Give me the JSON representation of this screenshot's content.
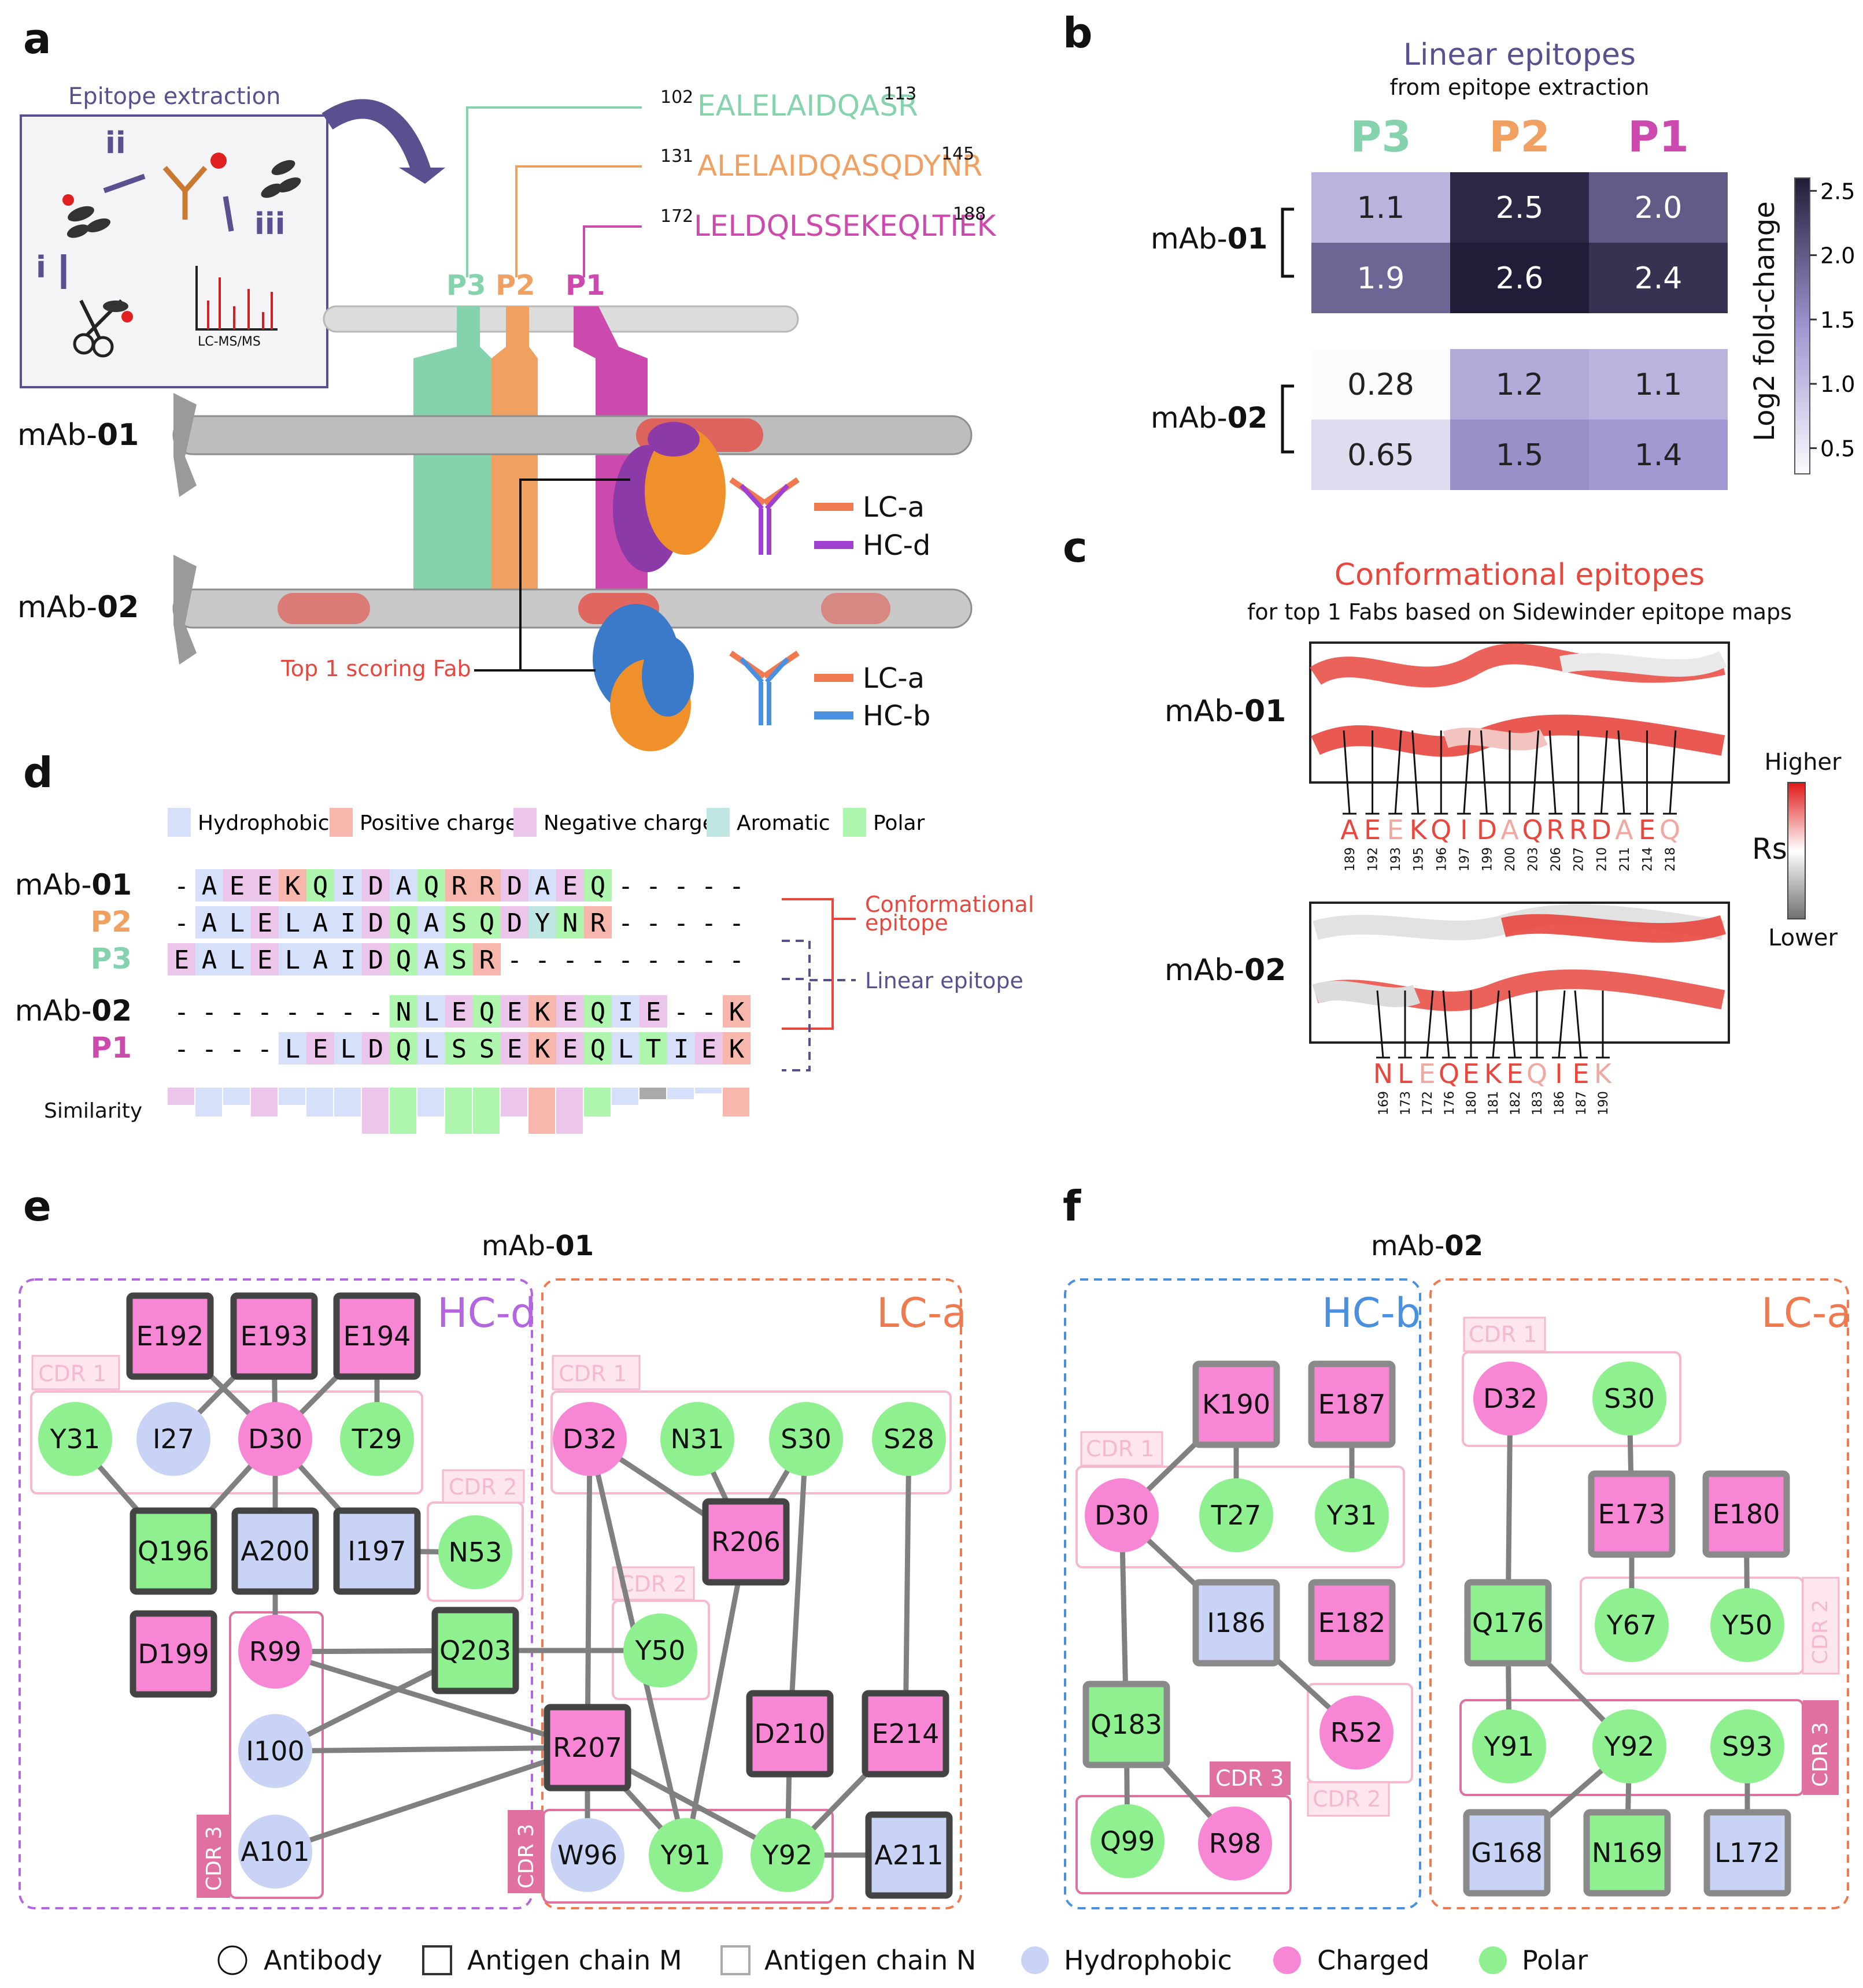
{
  "panel_labels": {
    "a": "a",
    "b": "b",
    "c": "c",
    "d": "d",
    "e": "e",
    "f": "f"
  },
  "colors": {
    "p3": "#85d3ad",
    "p2": "#f0a060",
    "p1": "#cc4aae",
    "lc": "#f07a50",
    "hcd": "#a040d0",
    "hcb": "#4a90e0",
    "hydrophobic": "#c9d3f5",
    "charged": "#f787d5",
    "polar": "#8ef08e",
    "epitope_title": "#5a4f8f",
    "conf_title": "#e8473e"
  },
  "panel_a": {
    "inset_title": "Epitope extraction",
    "steps": [
      "i",
      "ii",
      "iii"
    ],
    "lcms_label": "LC-MS/MS",
    "peptides": [
      {
        "start": "102",
        "seq": "EALELAIDQASR",
        "end": "113"
      },
      {
        "start": "131",
        "seq": "ALELAIDQASQDYNR",
        "end": "145"
      },
      {
        "start": "172",
        "seq": "LELDQLSSEKEQLTIEK",
        "end": "188"
      }
    ],
    "bands": [
      "P3",
      "P2",
      "P1"
    ],
    "mab01": {
      "pre": "mAb-",
      "num": "01"
    },
    "mab02": {
      "pre": "mAb-",
      "num": "02"
    },
    "top_fab": "Top 1 scoring Fab",
    "legend01": [
      "LC-a",
      "HC-d"
    ],
    "legend02": [
      "LC-a",
      "HC-b"
    ]
  },
  "panel_b": {
    "title": "Linear epitopes",
    "subtitle": "from epitope extraction",
    "columns": [
      "P3",
      "P2",
      "P1"
    ],
    "rows": [
      {
        "group": "mAb-",
        "num": "01",
        "values": [
          [
            "1.1",
            "2.5",
            "2.0"
          ],
          [
            "1.9",
            "2.6",
            "2.4"
          ]
        ]
      },
      {
        "group": "mAb-",
        "num": "02",
        "values": [
          [
            "0.28",
            "1.2",
            "1.1"
          ],
          [
            "0.65",
            "1.5",
            "1.4"
          ]
        ]
      }
    ],
    "colorbar_label": "Log2 fold-change",
    "colorbar_ticks": [
      "2.5",
      "2.0",
      "1.5",
      "1.0",
      "0.5"
    ]
  },
  "chart_data": {
    "type": "heatmap",
    "title": "Linear epitopes",
    "subtitle": "from epitope extraction",
    "x": [
      "P3",
      "P2",
      "P1"
    ],
    "y": [
      "mAb-01",
      "mAb-01",
      "mAb-02",
      "mAb-02"
    ],
    "values": [
      [
        1.1,
        2.5,
        2.0
      ],
      [
        1.9,
        2.6,
        2.4
      ],
      [
        0.28,
        1.2,
        1.1
      ],
      [
        0.65,
        1.5,
        1.4
      ]
    ],
    "colorbar_label": "Log2 fold-change",
    "colorbar_range": [
      0.3,
      2.6
    ]
  },
  "panel_c": {
    "title": "Conformational epitopes",
    "subtitle": "for top 1 Fabs based on Sidewinder epitope maps",
    "mab01": {
      "pre": "mAb-",
      "num": "01",
      "residues": [
        "A",
        "E",
        "E",
        "K",
        "Q",
        "I",
        "D",
        "A",
        "Q",
        "R",
        "R",
        "D",
        "A",
        "E",
        "Q"
      ],
      "numbers": [
        "189",
        "192",
        "193",
        "195",
        "196",
        "197",
        "199",
        "200",
        "203",
        "206",
        "207",
        "210",
        "211",
        "214",
        "218"
      ]
    },
    "mab02": {
      "pre": "mAb-",
      "num": "02",
      "residues": [
        "N",
        "L",
        "E",
        "Q",
        "E",
        "K",
        "E",
        "Q",
        "I",
        "E",
        "K"
      ],
      "numbers": [
        "169",
        "173",
        "172",
        "176",
        "180",
        "181",
        "182",
        "183",
        "186",
        "187",
        "190"
      ]
    },
    "scale_high": "Higher",
    "scale_low": "Lower",
    "scale_label": "Rs"
  },
  "panel_d": {
    "legend": [
      "Hydrophobic",
      "Positive charge",
      "Negative charge",
      "Aromatic",
      "Polar"
    ],
    "rows": [
      {
        "label": "mAb-",
        "bold": "01",
        "seq": "-AEEKQIDAQRRDAEQ-----"
      },
      {
        "label": "",
        "bold": "P2",
        "seq": "-ALELAIDQASQDYNR-----"
      },
      {
        "label": "",
        "bold": "P3",
        "seq": "EALELAIDQASR---------"
      },
      {
        "label": "mAb-",
        "bold": "02",
        "seq": "--------NLEQEKEQIE--K"
      },
      {
        "label": "",
        "bold": "P1",
        "seq": "----LELDQLSSEKEQLTIEK"
      }
    ],
    "similarity_label": "Similarity",
    "conf_label_1": "Conformational",
    "conf_label_2": "epitope",
    "linear_label": "Linear epitope"
  },
  "panel_e": {
    "title_pre": "mAb-",
    "title_num": "01",
    "chain_hc": "HC-d",
    "chain_lc": "LC-a",
    "cdr_labels": [
      "CDR 1",
      "CDR 2",
      "CDR 3",
      "CDR 1",
      "CDR 2",
      "CDR 3"
    ]
  },
  "panel_f": {
    "title_pre": "mAb-",
    "title_num": "02",
    "chain_hc": "HC-b",
    "chain_lc": "LC-a",
    "cdr_labels": [
      "CDR 1",
      "CDR 3",
      "CDR 2",
      "CDR 1",
      "CDR 2",
      "CDR 3"
    ]
  },
  "nodes_e": [
    {
      "id": "E192",
      "type": "M",
      "cls": "charged"
    },
    {
      "id": "E193",
      "type": "M",
      "cls": "charged"
    },
    {
      "id": "E194",
      "type": "M",
      "cls": "charged"
    },
    {
      "id": "Y31",
      "type": "Ab",
      "cls": "polar"
    },
    {
      "id": "I27",
      "type": "Ab",
      "cls": "hydrophobic"
    },
    {
      "id": "D30",
      "type": "Ab",
      "cls": "charged"
    },
    {
      "id": "T29",
      "type": "Ab",
      "cls": "polar"
    },
    {
      "id": "Q196",
      "type": "M",
      "cls": "polar"
    },
    {
      "id": "A200",
      "type": "M",
      "cls": "hydrophobic"
    },
    {
      "id": "I197",
      "type": "M",
      "cls": "hydrophobic"
    },
    {
      "id": "N53",
      "type": "Ab",
      "cls": "polar"
    },
    {
      "id": "D199",
      "type": "M",
      "cls": "charged"
    },
    {
      "id": "R99",
      "type": "Ab",
      "cls": "charged"
    },
    {
      "id": "Q203",
      "type": "M",
      "cls": "polar"
    },
    {
      "id": "I100",
      "type": "Ab",
      "cls": "hydrophobic"
    },
    {
      "id": "A101",
      "type": "Ab",
      "cls": "hydrophobic"
    },
    {
      "id": "D32",
      "type": "Ab",
      "cls": "charged"
    },
    {
      "id": "N31",
      "type": "Ab",
      "cls": "polar"
    },
    {
      "id": "S30",
      "type": "Ab",
      "cls": "polar"
    },
    {
      "id": "S28",
      "type": "Ab",
      "cls": "polar"
    },
    {
      "id": "R206",
      "type": "M",
      "cls": "charged"
    },
    {
      "id": "Y50",
      "type": "Ab",
      "cls": "polar"
    },
    {
      "id": "R207",
      "type": "M",
      "cls": "charged"
    },
    {
      "id": "D210",
      "type": "M",
      "cls": "charged"
    },
    {
      "id": "E214",
      "type": "M",
      "cls": "charged"
    },
    {
      "id": "W96",
      "type": "Ab",
      "cls": "hydrophobic"
    },
    {
      "id": "Y91",
      "type": "Ab",
      "cls": "polar"
    },
    {
      "id": "Y92",
      "type": "Ab",
      "cls": "polar"
    },
    {
      "id": "A211",
      "type": "M",
      "cls": "hydrophobic"
    }
  ],
  "nodes_f": [
    {
      "id": "K190",
      "type": "N",
      "cls": "charged"
    },
    {
      "id": "E187",
      "type": "N",
      "cls": "charged"
    },
    {
      "id": "D30",
      "type": "Ab",
      "cls": "charged"
    },
    {
      "id": "T27",
      "type": "Ab",
      "cls": "polar"
    },
    {
      "id": "Y31",
      "type": "Ab",
      "cls": "polar"
    },
    {
      "id": "I186",
      "type": "N",
      "cls": "hydrophobic"
    },
    {
      "id": "E182",
      "type": "N",
      "cls": "charged"
    },
    {
      "id": "Q183",
      "type": "N",
      "cls": "polar"
    },
    {
      "id": "R52",
      "type": "Ab",
      "cls": "charged"
    },
    {
      "id": "Q99",
      "type": "Ab",
      "cls": "polar"
    },
    {
      "id": "R98",
      "type": "Ab",
      "cls": "charged"
    },
    {
      "id": "D32",
      "type": "Ab",
      "cls": "charged"
    },
    {
      "id": "S30",
      "type": "Ab",
      "cls": "polar"
    },
    {
      "id": "E173",
      "type": "N",
      "cls": "charged"
    },
    {
      "id": "E180",
      "type": "N",
      "cls": "charged"
    },
    {
      "id": "Q176",
      "type": "N",
      "cls": "polar"
    },
    {
      "id": "Y67",
      "type": "Ab",
      "cls": "polar"
    },
    {
      "id": "Y50",
      "type": "Ab",
      "cls": "polar"
    },
    {
      "id": "Y91",
      "type": "Ab",
      "cls": "polar"
    },
    {
      "id": "Y92",
      "type": "Ab",
      "cls": "polar"
    },
    {
      "id": "S93",
      "type": "Ab",
      "cls": "polar"
    },
    {
      "id": "G168",
      "type": "N",
      "cls": "hydrophobic"
    },
    {
      "id": "N169",
      "type": "N",
      "cls": "polar"
    },
    {
      "id": "L172",
      "type": "N",
      "cls": "hydrophobic"
    }
  ],
  "edges_e": [
    [
      "E192",
      "D30"
    ],
    [
      "E193",
      "D30"
    ],
    [
      "E194",
      "D30"
    ],
    [
      "E193",
      "I27"
    ],
    [
      "E194",
      "T29"
    ],
    [
      "D30",
      "Q196"
    ],
    [
      "D30",
      "A200"
    ],
    [
      "D30",
      "I197"
    ],
    [
      "Y31",
      "Q196"
    ],
    [
      "I197",
      "N53"
    ],
    [
      "A200",
      "R99"
    ],
    [
      "R99",
      "Q203"
    ],
    [
      "R99",
      "R207"
    ],
    [
      "Q203",
      "Y50"
    ],
    [
      "I100",
      "R207"
    ],
    [
      "A101",
      "R207"
    ],
    [
      "I100",
      "Q203"
    ],
    [
      "D32",
      "R206"
    ],
    [
      "N31",
      "R206"
    ],
    [
      "S30",
      "R206"
    ],
    [
      "D32",
      "R207"
    ],
    [
      "D32",
      "Y91"
    ],
    [
      "S30",
      "D210"
    ],
    [
      "R206",
      "Y91"
    ],
    [
      "S28",
      "E214"
    ],
    [
      "R207",
      "W96"
    ],
    [
      "R207",
      "Y91"
    ],
    [
      "R207",
      "Y92"
    ],
    [
      "D210",
      "Y92"
    ],
    [
      "E214",
      "Y92"
    ],
    [
      "Y92",
      "A211"
    ]
  ],
  "edges_f": [
    [
      "K190",
      "D30"
    ],
    [
      "K190",
      "T27"
    ],
    [
      "E187",
      "Y31"
    ],
    [
      "D30",
      "I186"
    ],
    [
      "D30",
      "Q183"
    ],
    [
      "I186",
      "R52"
    ],
    [
      "Q183",
      "Q99"
    ],
    [
      "Q183",
      "R98"
    ],
    [
      "D32",
      "Q176"
    ],
    [
      "S30",
      "E173"
    ],
    [
      "E173",
      "Y67"
    ],
    [
      "E180",
      "Y50"
    ],
    [
      "Q176",
      "Y91"
    ],
    [
      "Q176",
      "Y92"
    ],
    [
      "Y92",
      "G168"
    ],
    [
      "Y92",
      "N169"
    ],
    [
      "S93",
      "L172"
    ]
  ],
  "bottom_legend": [
    "Antibody",
    "Antigen chain M",
    "Antigen chain N",
    "Hydrophobic",
    "Charged",
    "Polar"
  ]
}
